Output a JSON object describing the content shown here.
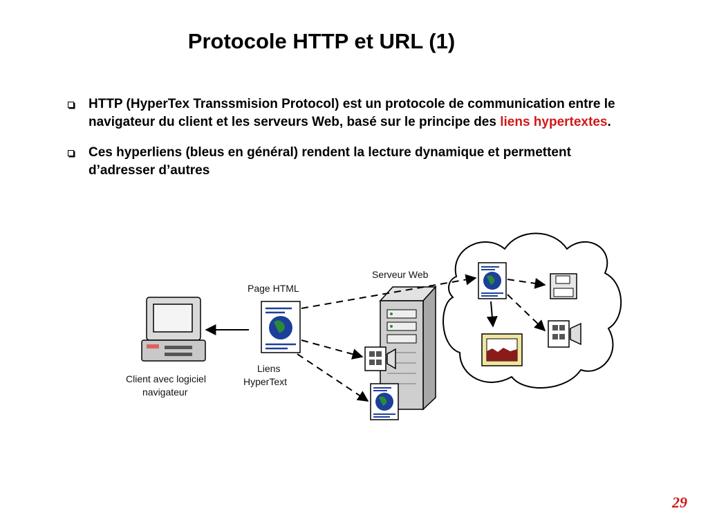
{
  "slide": {
    "title": "Protocole HTTP et URL (1)",
    "page_number": "29",
    "bullets": [
      {
        "text_before": "HTTP (HyperTex Transsmision Protocol) est un protocole de communication entre le navigateur du client et les serveurs Web, basé sur le principe des ",
        "highlight": "liens hypertextes",
        "text_after": "."
      },
      {
        "text_before": "Ces hyperliens (bleus en général) rendent la lecture dynamique et permettent d’adresser d’autres",
        "highlight": "",
        "text_after": ""
      }
    ]
  },
  "diagram": {
    "labels": {
      "server": "Serveur Web",
      "page": "Page HTML",
      "client_line1": "Client avec logiciel",
      "client_line2": "navigateur",
      "links_line1": "Liens",
      "links_line2": "HyperText"
    }
  },
  "colors": {
    "highlight": "#d01818",
    "globe": "#1c3f9a",
    "frame": "#f0e6a0",
    "image_fill": "#8b1a1a"
  }
}
